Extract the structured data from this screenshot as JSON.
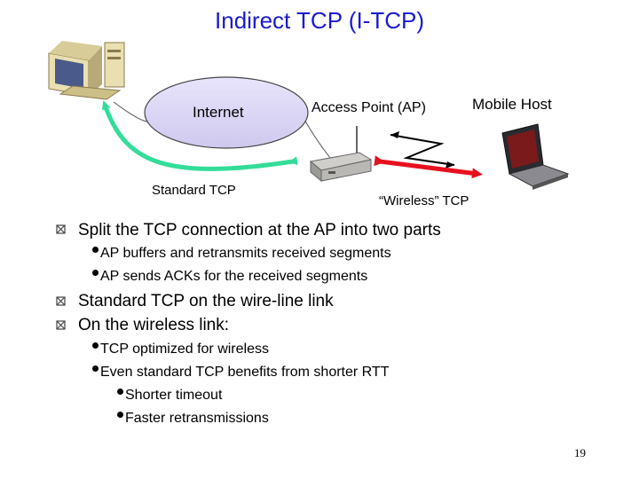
{
  "title": "Indirect TCP (I-TCP)",
  "diagram": {
    "internet_label": "Internet",
    "ap_label": "Access Point  (AP)",
    "mobile_label": "Mobile Host",
    "standard_tcp_label": "Standard TCP",
    "wireless_tcp_label": "“Wireless” TCP"
  },
  "bullets": [
    {
      "text": "Split the TCP connection at the AP into two parts",
      "sub": [
        {
          "text": "AP buffers and retransmits received segments"
        },
        {
          "text": "AP sends ACKs for the received segments"
        }
      ]
    },
    {
      "text": "Standard TCP on the wire-line link"
    },
    {
      "text": "On the wireless link:",
      "sub": [
        {
          "text": "TCP optimized for wireless"
        },
        {
          "text": "Even standard TCP benefits from shorter RTT",
          "sub": [
            {
              "text": "Shorter timeout"
            },
            {
              "text": "Faster retransmissions"
            }
          ]
        }
      ]
    }
  ],
  "page_number": "19",
  "colors": {
    "title": "#1a1ad0",
    "wired_link": "#33dd99",
    "wireless_link": "#e8101e",
    "internet_cloud": "#dcd8f4"
  }
}
